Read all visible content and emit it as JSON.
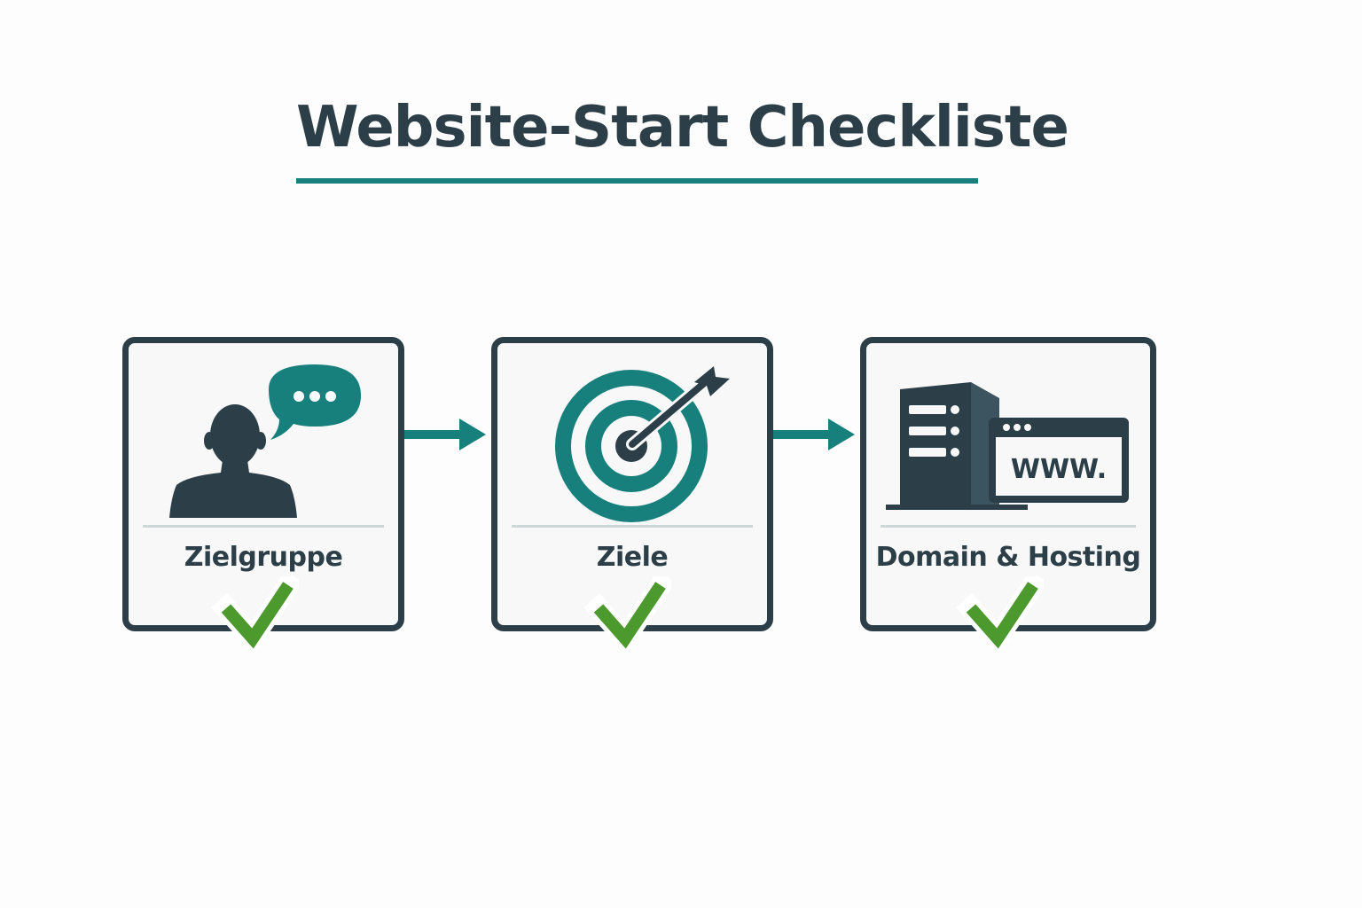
{
  "title": "Website-Start Checkliste",
  "colors": {
    "dark": "#2c3e48",
    "teal": "#17807c",
    "green": "#4c9a2e",
    "card_bg": "#f7f8f7"
  },
  "steps": [
    {
      "label": "Zielgruppe",
      "icon": "person-speech-bubble-icon",
      "done": true
    },
    {
      "label": "Ziele",
      "icon": "target-arrow-icon",
      "done": true
    },
    {
      "label": "Domain & Hosting",
      "icon": "server-www-icon",
      "done": true,
      "browser_text": "WWW."
    }
  ]
}
